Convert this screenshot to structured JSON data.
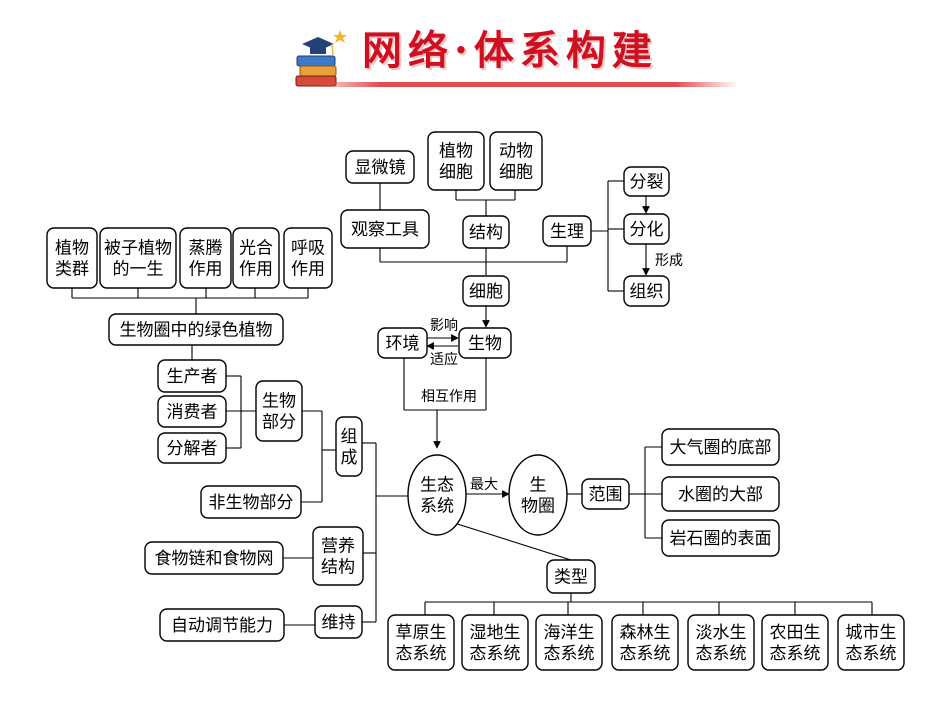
{
  "header": {
    "title": "网络·体系构建",
    "colors": {
      "title": "#cf1020",
      "underline": "#e24d4d"
    },
    "icon": "book-stack-with-graduation-cap-icon"
  },
  "nodes": {
    "cell_group": {
      "microscope": [
        "显微镜"
      ],
      "plant_cell": [
        "植物",
        "细胞"
      ],
      "animal_cell": [
        "动物",
        "细胞"
      ],
      "observation_tool": [
        "观察工具"
      ],
      "structure": [
        "结构"
      ],
      "physiology": [
        "生理"
      ],
      "division": [
        "分裂"
      ],
      "differentiation": [
        "分化"
      ],
      "tissue": [
        "组织"
      ],
      "cell": [
        "细胞"
      ]
    },
    "plant_group": {
      "plant_groups": [
        "植物",
        "类群"
      ],
      "angiosperm_life": [
        "被子植物",
        "的一生"
      ],
      "transpiration": [
        "蒸腾",
        "作用"
      ],
      "photosynthesis": [
        "光合",
        "作用"
      ],
      "respiration": [
        "呼吸",
        "作用"
      ],
      "green_plants": [
        "生物圈中的绿色植物"
      ]
    },
    "organism_group": {
      "environment": [
        "环境"
      ],
      "organism": [
        "生物"
      ]
    },
    "ecosystem_group": {
      "producer": [
        "生产者"
      ],
      "consumer": [
        "消费者"
      ],
      "decomposer": [
        "分解者"
      ],
      "biotic_part": [
        "生物",
        "部分"
      ],
      "composition": [
        "组",
        "成"
      ],
      "abiotic_part": [
        "非生物部分"
      ],
      "food_chain_web": [
        "食物链和食物网"
      ],
      "nutrition_structure": [
        "营养",
        "结构"
      ],
      "self_regulation": [
        "自动调节能力"
      ],
      "maintain": [
        "维持"
      ],
      "ecosystem": [
        "生态",
        "系统"
      ],
      "biosphere": [
        "生",
        "物圈"
      ],
      "scope": [
        "范围"
      ],
      "atmosphere_bottom": [
        "大气圈的底部"
      ],
      "hydrosphere_most": [
        "水圈的大部"
      ],
      "lithosphere_surface": [
        "岩石圈的表面"
      ],
      "types": [
        "类型"
      ]
    },
    "ecosystem_types": [
      [
        "草原生",
        "态系统"
      ],
      [
        "湿地生",
        "态系统"
      ],
      [
        "海洋生",
        "态系统"
      ],
      [
        "森林生",
        "态系统"
      ],
      [
        "淡水生",
        "态系统"
      ],
      [
        "农田生",
        "态系统"
      ],
      [
        "城市生",
        "态系统"
      ]
    ]
  },
  "edge_labels": {
    "forms": "形成",
    "influence": "影响",
    "adapt": "适应",
    "interaction": "相互作用",
    "largest": "最大"
  }
}
